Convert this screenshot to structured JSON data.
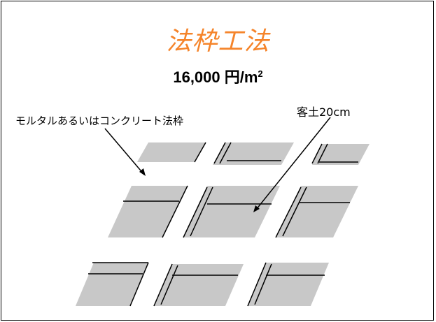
{
  "slide": {
    "title": "法枠工法",
    "price_main": "16,000 円/m",
    "price_sup": "2",
    "label_frame": "モルタルあるいはコンクリート法枠",
    "label_soil": "客土20cm"
  },
  "colors": {
    "title": "#f5842a",
    "panel_fill": "#c8c8c8",
    "line": "#000000"
  }
}
